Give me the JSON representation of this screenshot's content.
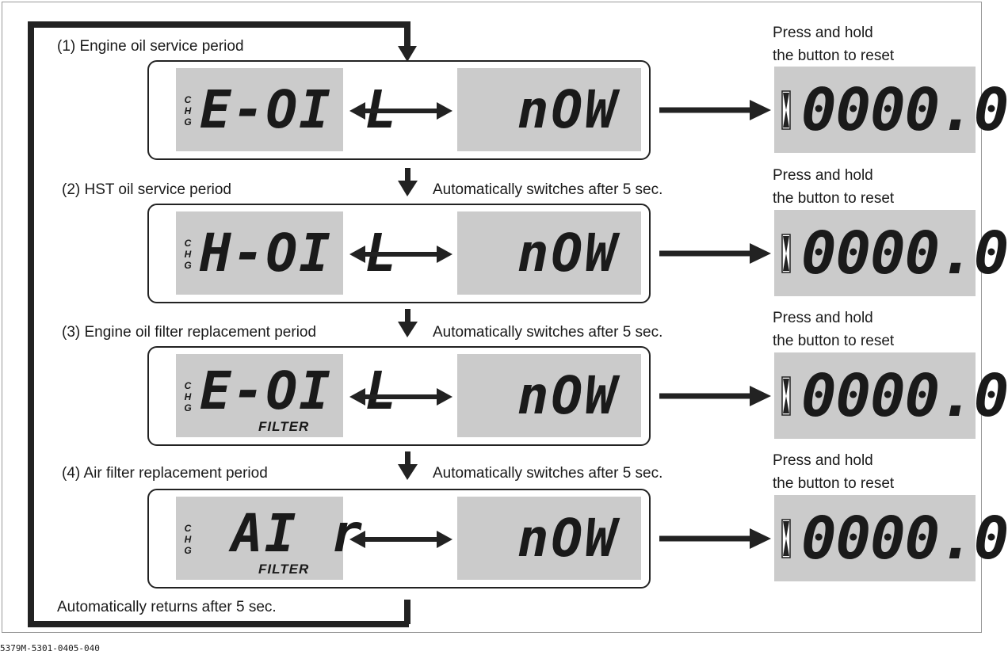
{
  "steps": [
    {
      "label": "(1) Engine oil service period",
      "code": "E-OI L",
      "sublabel": "",
      "switch_text": "",
      "hold_line1": "Press and hold",
      "hold_line2": "the button to reset"
    },
    {
      "label": "(2) HST oil service period",
      "code": "H-OI L",
      "sublabel": "",
      "switch_text": "Automatically switches after 5 sec.",
      "hold_line1": "Press and hold",
      "hold_line2": "the button to reset"
    },
    {
      "label": "(3) Engine oil filter replacement period",
      "code": "E-OI L",
      "sublabel": "FILTER",
      "switch_text": "Automatically switches after 5 sec.",
      "hold_line1": "Press and hold",
      "hold_line2": "the button to reset"
    },
    {
      "label": "(4) Air filter replacement period",
      "code": "AI r",
      "sublabel": "FILTER",
      "switch_text": "Automatically switches after 5 sec.",
      "hold_line1": "Press and hold",
      "hold_line2": "the button to reset"
    }
  ],
  "chg_indicator": [
    "C",
    "H",
    "G"
  ],
  "now_text": "nOW",
  "reset_value": "0000.0",
  "return_text": "Automatically returns after 5 sec.",
  "figure_code": "5379M-5301-0405-040"
}
